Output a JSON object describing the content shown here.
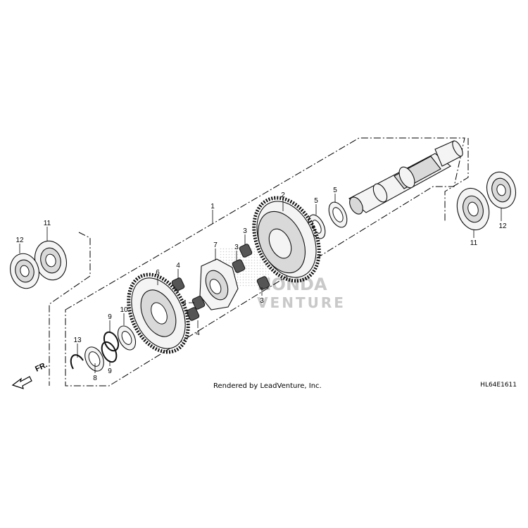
{
  "footer": {
    "rendered_by": "Rendered by LeadVenture, Inc.",
    "diagram_code": "HL64E1611"
  },
  "watermark": {
    "line1": "HONDA",
    "line2": "VENTURE"
  },
  "direction_indicator": {
    "label": "FR."
  },
  "callouts": {
    "c1": "1",
    "c2": "2",
    "c3a": "3",
    "c3b": "3",
    "c3c": "3",
    "c4a": "4",
    "c4b": "4",
    "c4c": "4",
    "c5a": "5",
    "c5b": "5",
    "c6": "6",
    "c7": "7",
    "c8": "8",
    "c9a": "9",
    "c9b": "9",
    "c10": "10",
    "c11a": "11",
    "c11b": "11",
    "c12a": "12",
    "c12b": "12",
    "c13": "13"
  }
}
